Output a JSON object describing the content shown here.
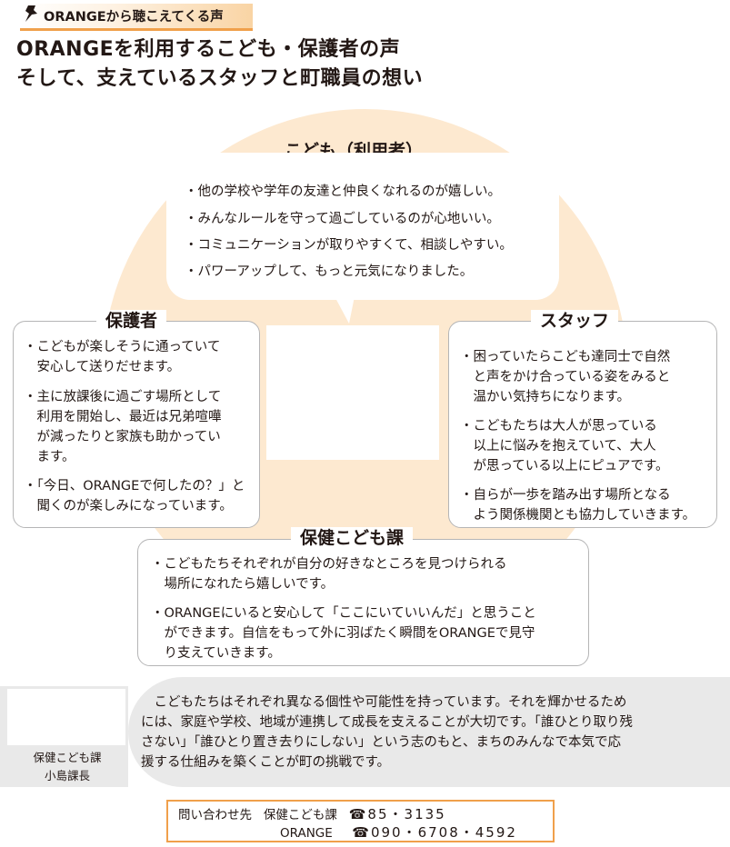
{
  "header": {
    "tag": "ORANGEから聴こえてくる声",
    "title_line1": "ORANGEを利用するこども・保護者の声",
    "title_line2": "そして、支えているスタッフと町職員の想い"
  },
  "children": {
    "title": "こども（利用者）",
    "items": [
      "・他の学校や学年の友達と仲良くなれるのが嬉しい。",
      "・みんなルールを守って過ごしているのが心地いい。",
      "・コミュニケーションが取りやすくて、相談しやすい。",
      "・パワーアップして、もっと元気になりました。"
    ]
  },
  "guardians": {
    "title": "保護者",
    "lines": [
      "・こどもが楽しそうに通っていて",
      "　安心して送りだせます。",
      "・主に放課後に過ごす場所として",
      "　利用を開始し、最近は兄弟喧嘩",
      "　が減ったりと家族も助かってい",
      "　ます。",
      "・「今日、ORANGEで何したの？」と",
      "　聞くのが楽しみになっています。"
    ]
  },
  "staff": {
    "title": "スタッフ",
    "lines": [
      "・困っていたらこども達同士で自然",
      "　と声をかけ合っている姿をみると",
      "　温かい気持ちになります。",
      "・こどもたちは大人が思っている",
      "　以上に悩みを抱えていて、大人",
      "　が思っている以上にピュアです。",
      "・自らが一歩を踏み出す場所となる",
      "　よう関係機関とも協力していきます。"
    ]
  },
  "health_dept": {
    "title": "保健こども課",
    "lines": [
      "・こどもたちそれぞれが自分の好きなところを見つけられる",
      "　場所になれたら嬉しいです。",
      "・ORANGEにいると安心して「ここにいていいんだ」と思うこと",
      "　ができます。自信をもって外に羽ばたく瞬間をORANGEで見守",
      "　り支えていきます。"
    ]
  },
  "message": {
    "lines": [
      "　こどもたちはそれぞれ異なる個性や可能性を持っています。それを輝かせるため",
      "には、家庭や学校、地域が連携して成長を支えることが大切です。「誰ひとり取り残",
      "さない」「誰ひとり置き去りにしない」という志のもと、まちのみんなで本気で応",
      "援する仕組みを築くことが町の挑戦です。"
    ],
    "caption_dept": "保健こども課",
    "caption_name": "小島課長"
  },
  "contact": {
    "label": "問い合わせ先",
    "dept": "保健こども課",
    "dept_phone": "☎85・3135",
    "org": "ORANGE",
    "org_phone": "☎090・6708・4592"
  },
  "colors": {
    "accent": "#f0a04b",
    "circle": "#fde9d0",
    "band": "#e9e9e9",
    "border": "#b5b5b6"
  }
}
